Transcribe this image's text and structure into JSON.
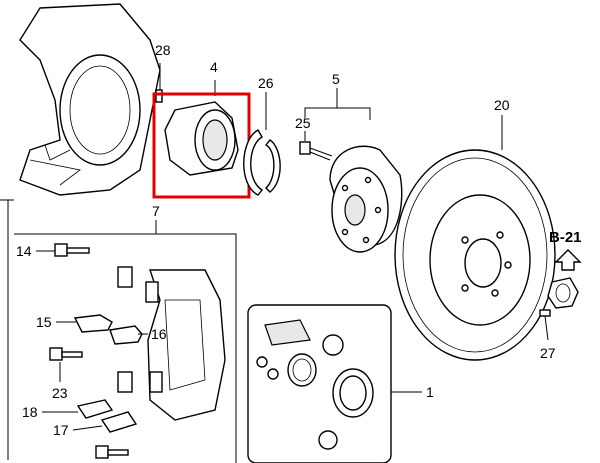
{
  "callouts": {
    "c1": "1",
    "c4": "4",
    "c5": "5",
    "c7": "7",
    "c14": "14",
    "c15": "15",
    "c16": "16",
    "c17": "17",
    "c18": "18",
    "c20": "20",
    "c23": "23",
    "c25": "25",
    "c26": "26",
    "c27": "27",
    "c28": "28"
  },
  "reference": {
    "label": "B-21"
  },
  "colors": {
    "highlight": "#e00000",
    "line": "#000000",
    "fill": "#ffffff"
  },
  "highlighted_part": "4"
}
